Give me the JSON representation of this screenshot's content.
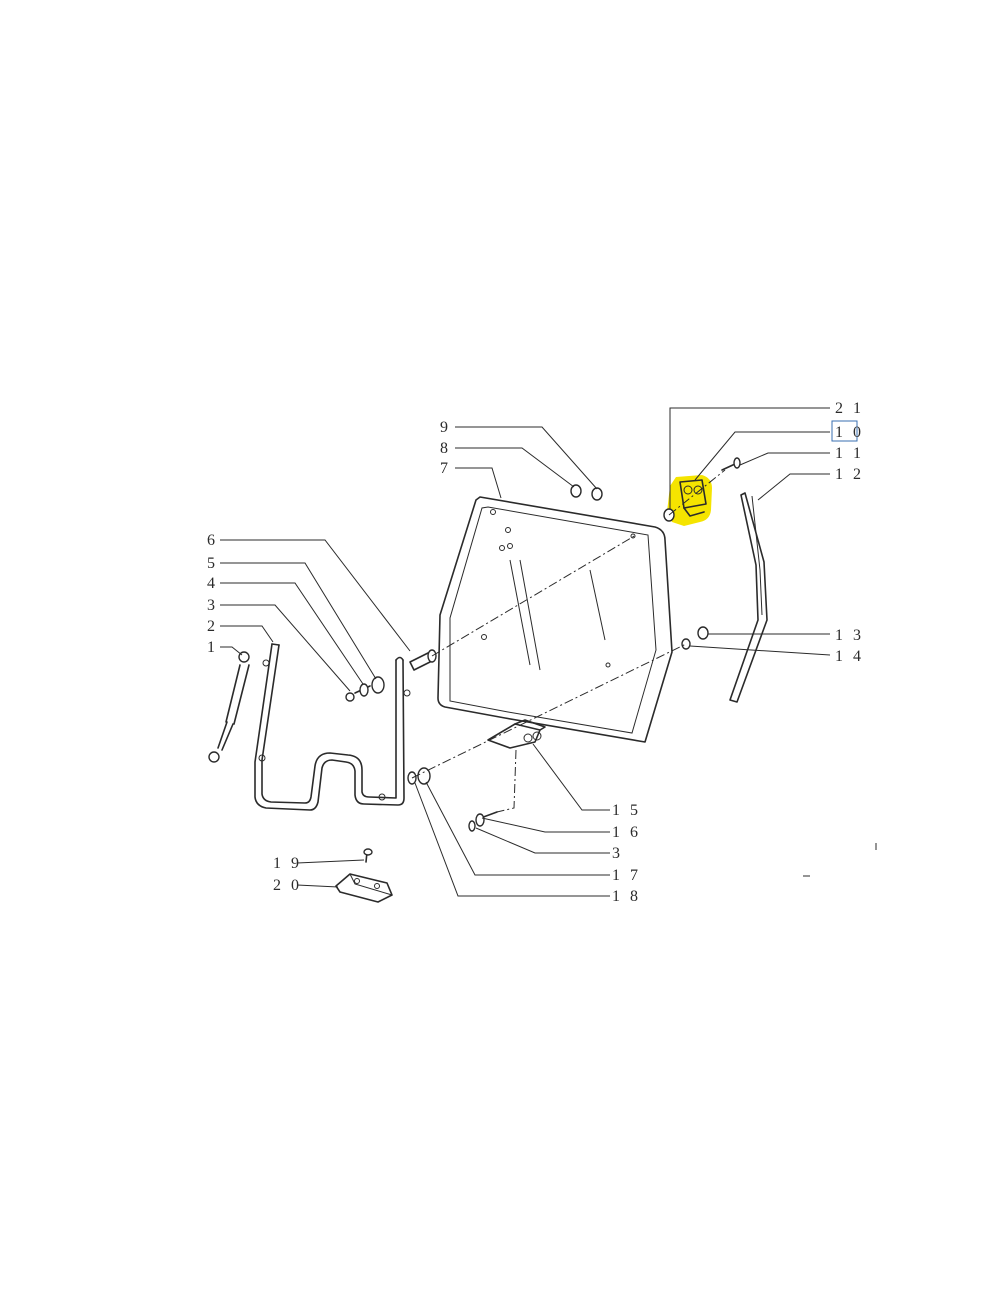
{
  "diagram": {
    "highlight_color": "#f5e400",
    "box_color": "#3a6fb0",
    "selected_callout": "10",
    "callouts_right": [
      {
        "id": "c21",
        "label": "2 1"
      },
      {
        "id": "c10",
        "label": "1 0"
      },
      {
        "id": "c11",
        "label": "1 1"
      },
      {
        "id": "c12",
        "label": "1 2"
      },
      {
        "id": "c13",
        "label": "1 3"
      },
      {
        "id": "c14",
        "label": "1 4"
      },
      {
        "id": "c15",
        "label": "1 5"
      },
      {
        "id": "c16",
        "label": "1 6"
      },
      {
        "id": "c3b",
        "label": "3"
      },
      {
        "id": "c17",
        "label": "1 7"
      },
      {
        "id": "c18",
        "label": "1 8"
      }
    ],
    "callouts_top": [
      {
        "id": "c9",
        "label": "9"
      },
      {
        "id": "c8",
        "label": "8"
      },
      {
        "id": "c7",
        "label": "7"
      }
    ],
    "callouts_left": [
      {
        "id": "c6",
        "label": "6"
      },
      {
        "id": "c5",
        "label": "5"
      },
      {
        "id": "c4",
        "label": "4"
      },
      {
        "id": "c3a",
        "label": "3"
      },
      {
        "id": "c2",
        "label": "2"
      },
      {
        "id": "c1",
        "label": "1"
      },
      {
        "id": "c19",
        "label": "1 9"
      },
      {
        "id": "c20",
        "label": "2 0"
      }
    ]
  }
}
